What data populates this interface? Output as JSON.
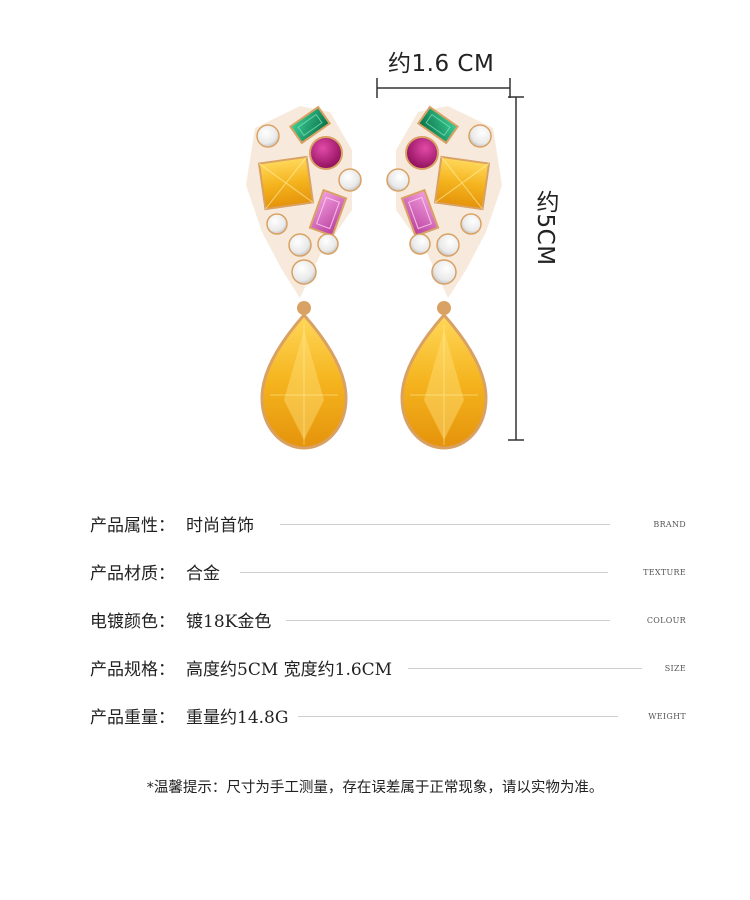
{
  "dimensions": {
    "width_label": "约1.6 CM",
    "height_label": "约5CM"
  },
  "specs": [
    {
      "key": "产品属性：",
      "value": "时尚首饰",
      "tag": "BRAND"
    },
    {
      "key": "产品材质：",
      "value": "合金",
      "tag": "TEXTURE"
    },
    {
      "key": "电镀颜色：",
      "value": "镀18K金色",
      "tag": "COLOUR"
    },
    {
      "key": "产品规格：",
      "value": "高度约5CM 宽度约1.6CM",
      "tag": "SIZE"
    },
    {
      "key": "产品重量：",
      "value": "重量约14.8G",
      "tag": "WEIGHT"
    }
  ],
  "notice": "*温馨提示：尺寸为手工测量，存在误差属于正常现象，请以实物为准。",
  "colors": {
    "gold": "#d9a264",
    "citrine": "#f2b620",
    "emerald": "#1a9a6a",
    "ruby": "#a4166a",
    "pink": "#d85ab8",
    "cz": "#f4f4f4"
  }
}
